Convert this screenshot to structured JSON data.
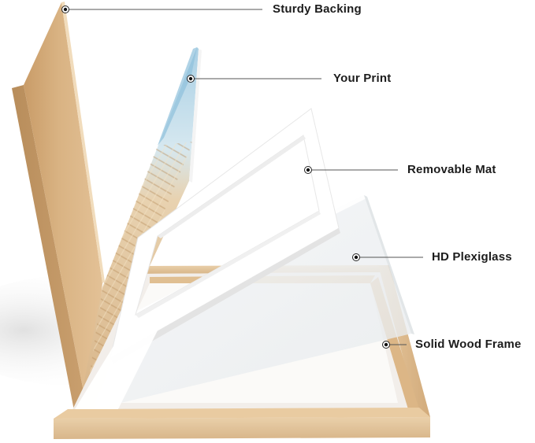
{
  "labels": {
    "sturdy_backing": "Sturdy Backing",
    "your_print": "Your Print",
    "removable_mat": "Removable Mat",
    "hd_plexiglass": "HD Plexiglass",
    "solid_wood_frame": "Solid Wood Frame"
  },
  "colors": {
    "backing": "#d7b07f",
    "wood": "#e2c196",
    "sky": "#a9cfe4",
    "mat": "#ffffff",
    "plexiglass": "#eef1f3",
    "leader_line": "#555555",
    "label_text": "#1c1c1c"
  }
}
